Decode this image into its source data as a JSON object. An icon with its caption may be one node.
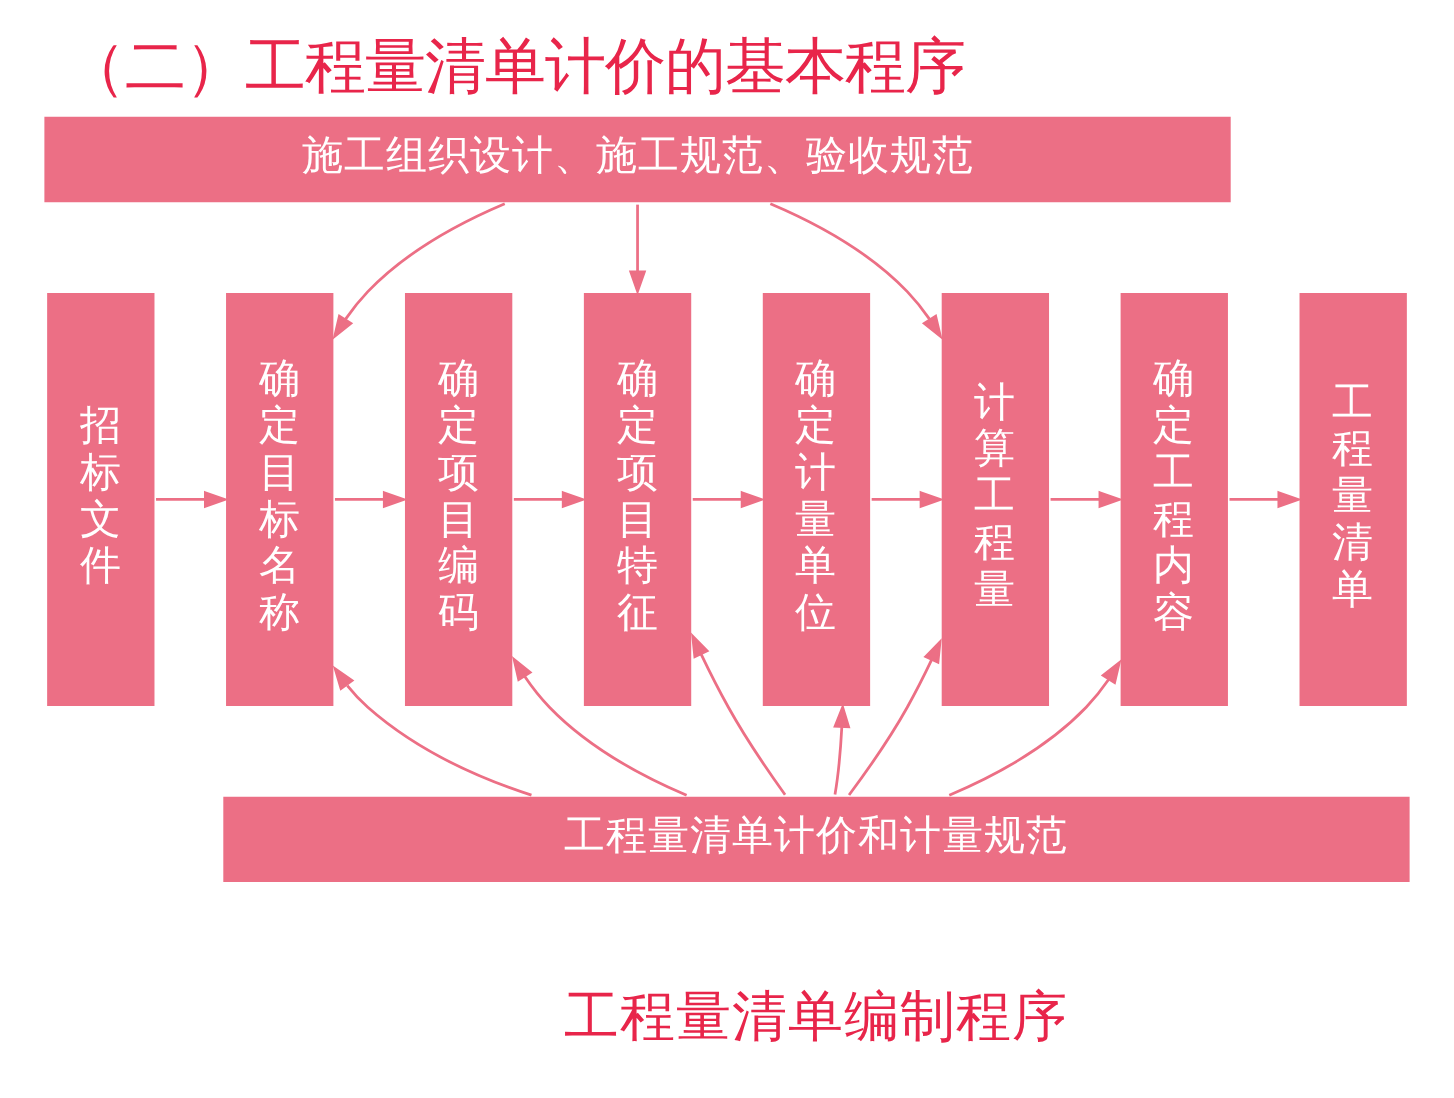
{
  "diagram": {
    "title": "（二）工程量清单计价的基本程序",
    "caption": "工程量清单编制程序",
    "nodes": [
      {
        "text": [
          "施工组织设计、施工规范、验收规范"
        ]
      },
      {
        "text": [
          "招标文件"
        ]
      },
      {
        "text": [
          "确定目标名称"
        ]
      },
      {
        "text": [
          "确定项目编码"
        ]
      },
      {
        "text": [
          "确定项目特征"
        ]
      },
      {
        "text": [
          "确定计量单位"
        ]
      },
      {
        "text": [
          "计算工程量"
        ]
      },
      {
        "text": [
          "确定工程内容"
        ]
      },
      {
        "text": [
          "工程量清单"
        ]
      },
      {
        "text": [
          "工程量清单计价和计量规范"
        ]
      }
    ],
    "edges": [
      {
        "from": 1,
        "to": 2,
        "arrow": "to"
      },
      {
        "from": 2,
        "to": 3,
        "arrow": "to"
      },
      {
        "from": 3,
        "to": 4,
        "arrow": "to"
      },
      {
        "from": 4,
        "to": 5,
        "arrow": "to"
      },
      {
        "from": 5,
        "to": 6,
        "arrow": "to"
      },
      {
        "from": 6,
        "to": 7,
        "arrow": "to"
      },
      {
        "from": 7,
        "to": 8,
        "arrow": "to"
      },
      {
        "from": 0,
        "to": 2,
        "arrow": "to"
      },
      {
        "from": 0,
        "to": 4,
        "arrow": "to"
      },
      {
        "from": 0,
        "to": 6,
        "arrow": "to"
      },
      {
        "from": 9,
        "to": 2,
        "arrow": "to"
      },
      {
        "from": 9,
        "to": 3,
        "arrow": "to"
      },
      {
        "from": 9,
        "to": 4,
        "arrow": "to"
      },
      {
        "from": 9,
        "to": 5,
        "arrow": "to"
      },
      {
        "from": 9,
        "to": 6,
        "arrow": "to"
      },
      {
        "from": 9,
        "to": 7,
        "arrow": "to"
      }
    ]
  }
}
